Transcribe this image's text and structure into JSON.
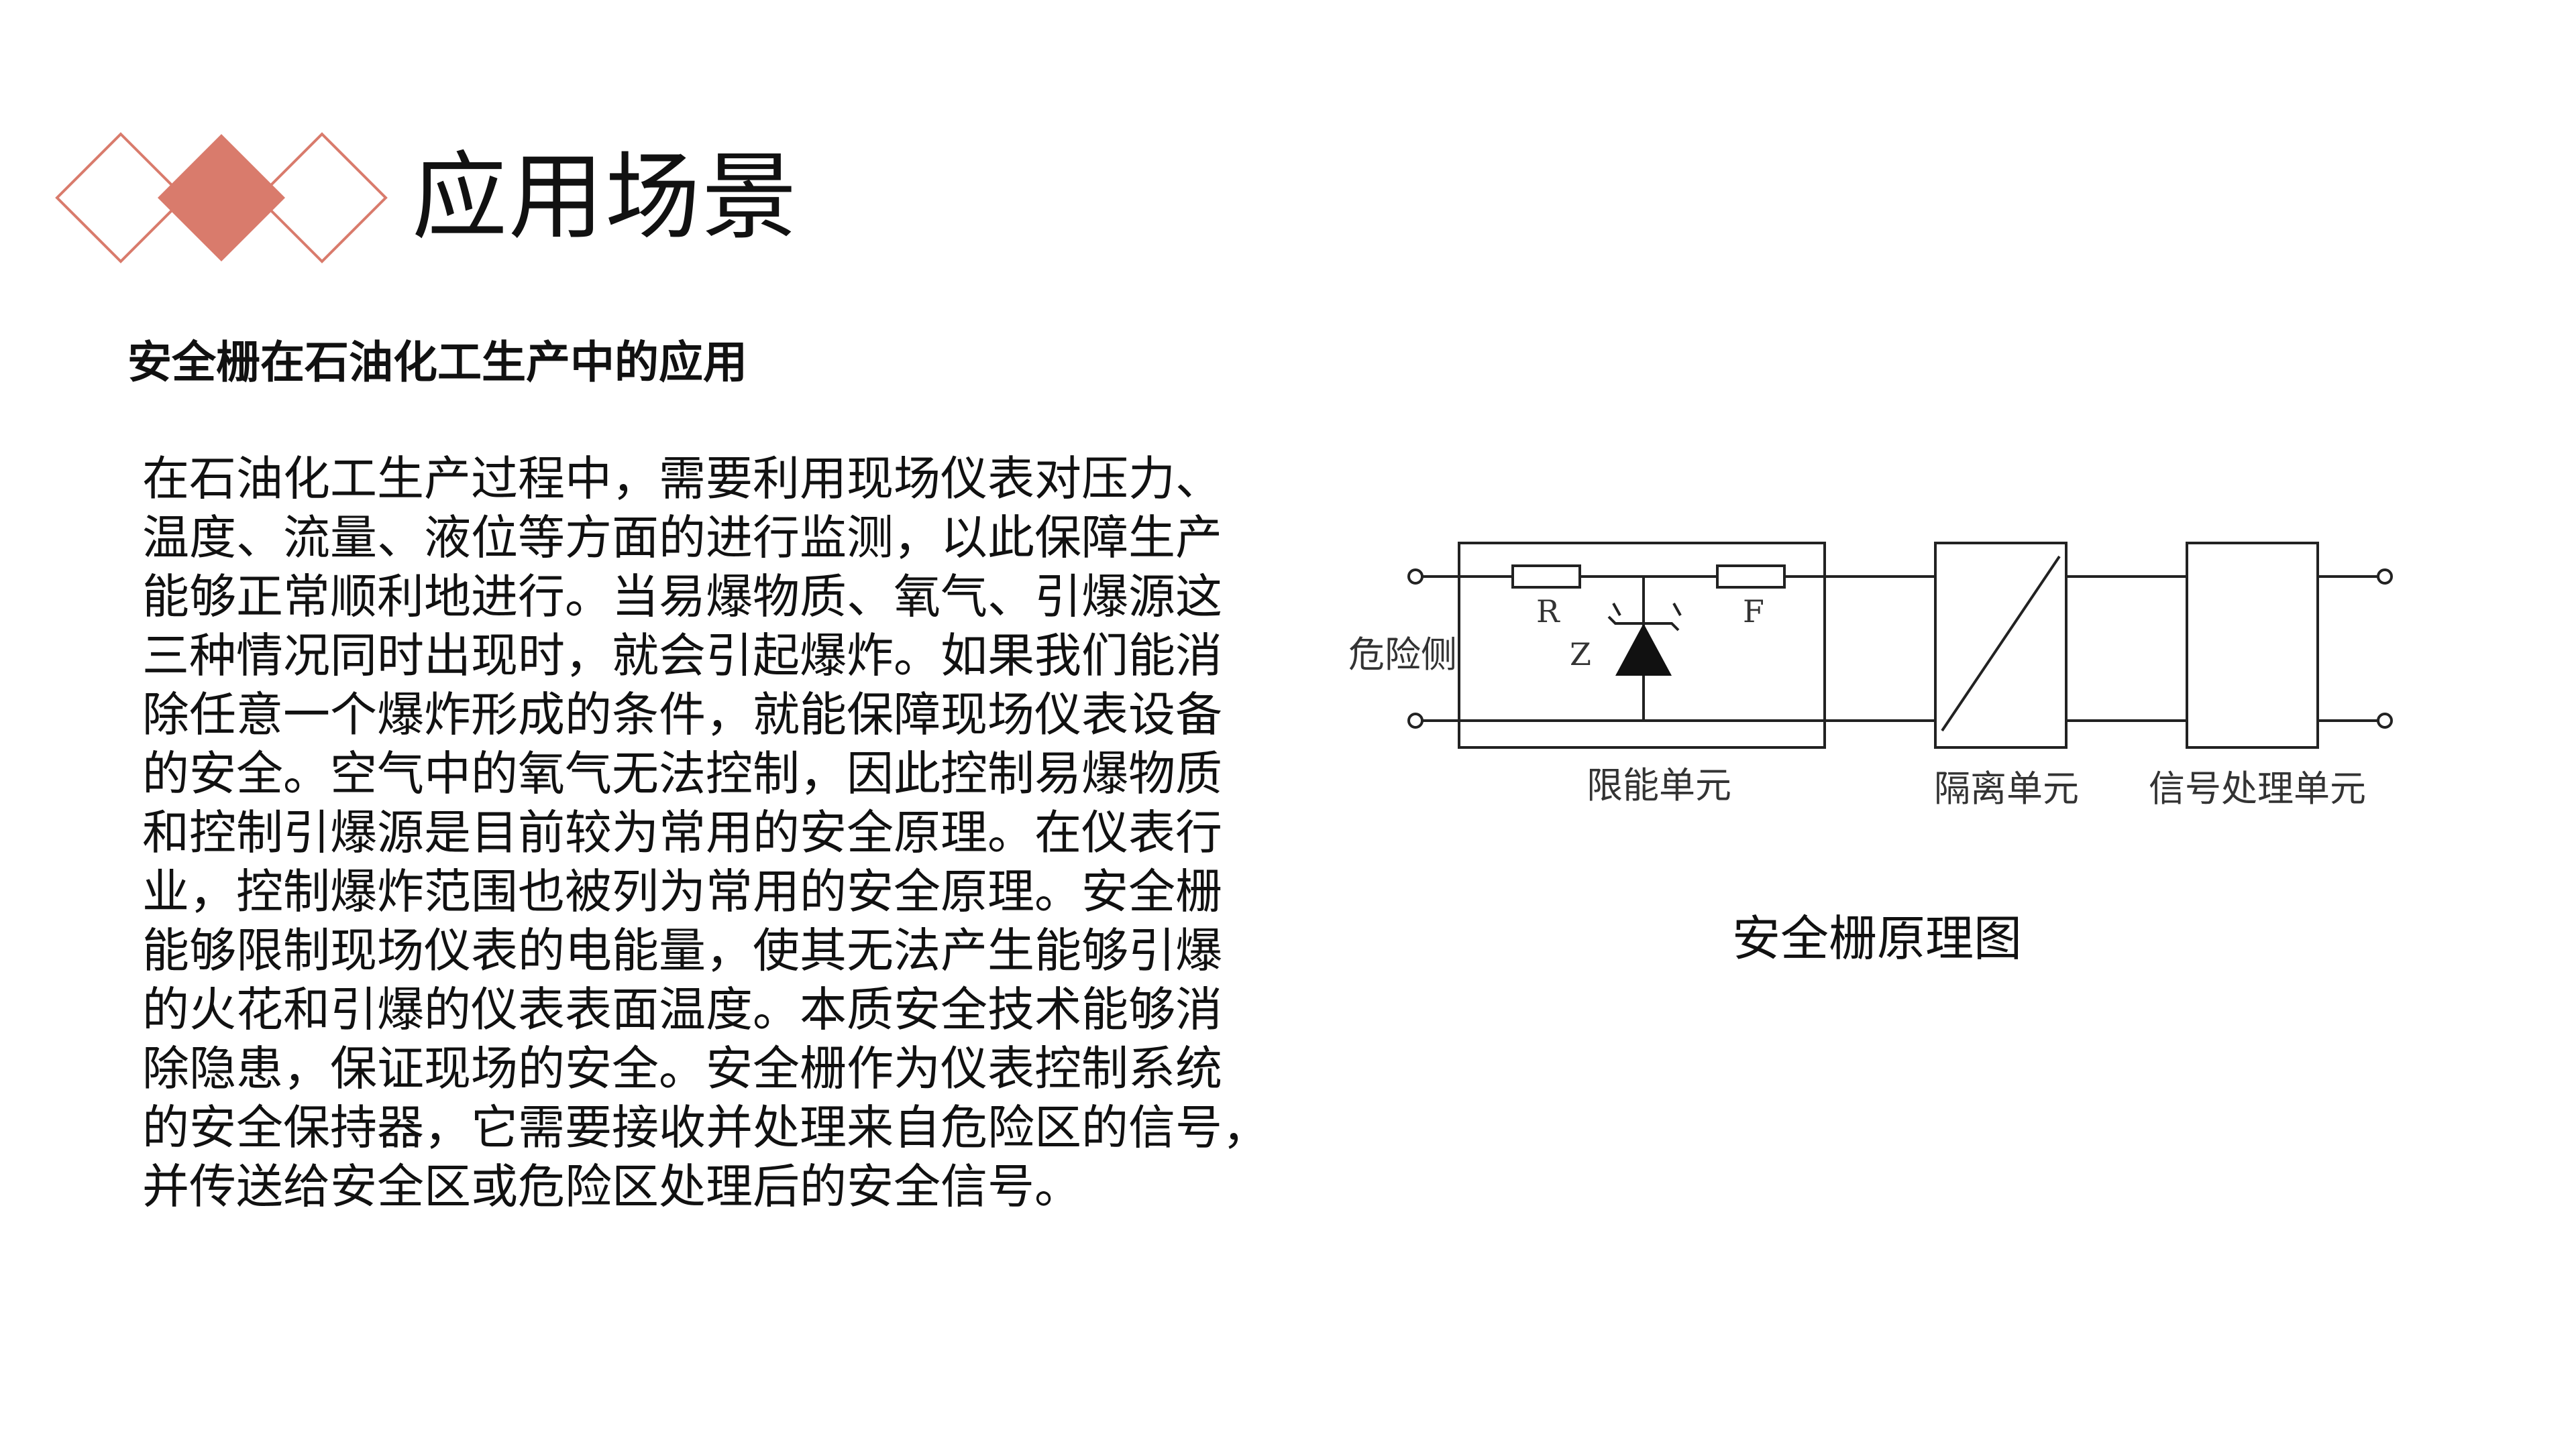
{
  "header": {
    "title": "应用场景",
    "accent_color": "#d97b6c"
  },
  "section": {
    "title": "安全栅在石油化工生产中的应用"
  },
  "body": {
    "lines": [
      "在石油化工生产过程中，需要利用现场仪表对压力、",
      "温度、流量、液位等方面的进行监测，以此保障生产",
      "能够正常顺利地进行。当易爆物质、氧气、引爆源这",
      "三种情况同时出现时，就会引起爆炸。如果我们能消",
      "除任意一个爆炸形成的条件，就能保障现场仪表设备",
      "的安全。空气中的氧气无法控制，因此控制易爆物质",
      "和控制引爆源是目前较为常用的安全原理。在仪表行",
      "业，控制爆炸范围也被列为常用的安全原理。安全栅",
      "能够限制现场仪表的电能量，使其无法产生能够引爆",
      "的火花和引爆的仪表表面温度。本质安全技术能够消",
      "除隐患，保证现场的安全。安全栅作为仪表控制系统",
      "的安全保持器，它需要接收并处理来自危险区的信号，",
      "并传送给安全区或危险区处理后的安全信号。"
    ]
  },
  "diagram": {
    "hazard_side_label": "危险侧",
    "resistor_label": "R",
    "fuse_label": "F",
    "zener_label": "Z",
    "limit_unit_label": "限能单元",
    "isolation_unit_label": "隔离单元",
    "signal_unit_label": "信号处理单元",
    "caption": "安全栅原理图"
  }
}
